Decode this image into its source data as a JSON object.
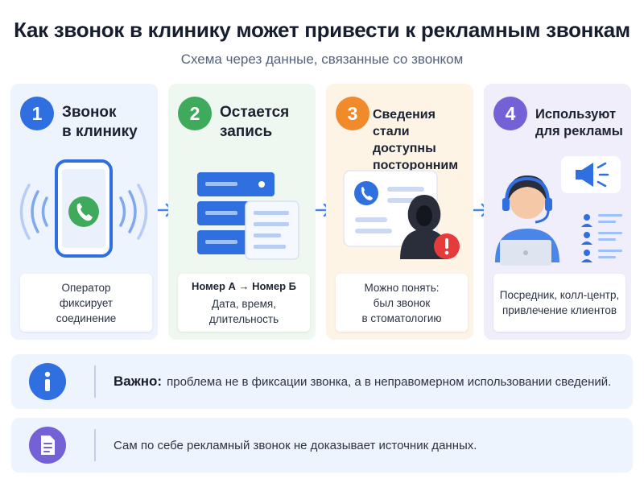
{
  "header": {
    "title": "Как звонок в клинику может привести к рекламным звонкам",
    "subtitle": "Схема через данные, связанные со звонком"
  },
  "steps": [
    {
      "number": "1",
      "title_line1": "Звонок",
      "title_line2": "в клинику",
      "caption_line1": "Оператор",
      "caption_line2": "фиксирует",
      "caption_line3": "соединение"
    },
    {
      "number": "2",
      "title_line1": "Остается",
      "title_line2": "запись",
      "caption_bold": "Номер А → Номер Б",
      "caption_line1": "Дата, время,",
      "caption_line2": "длительность"
    },
    {
      "number": "3",
      "title_line1": "Сведения стали",
      "title_line2": "доступны",
      "title_line3": "посторонним",
      "caption_line1": "Можно понять:",
      "caption_line2": "был звонок",
      "caption_line3": "в стоматологию"
    },
    {
      "number": "4",
      "title_line1": "Используют",
      "title_line2": "для рекламы",
      "caption_line1": "Посредник, колл-центр,",
      "caption_line2": "привлечение клиентов"
    }
  ],
  "notes": [
    {
      "icon": "info-icon",
      "bold": "Важно:",
      "text": "проблема не в фиксации звонка, а в неправомерном использовании сведений."
    },
    {
      "icon": "document-icon",
      "text": "Сам по себе рекламный звонок не доказывает источник данных."
    }
  ],
  "colors": {
    "step1": "#2f6fe0",
    "step2": "#3faa5c",
    "step3": "#f08a2a",
    "step4": "#7561d6",
    "warning": "#e63b3b"
  }
}
